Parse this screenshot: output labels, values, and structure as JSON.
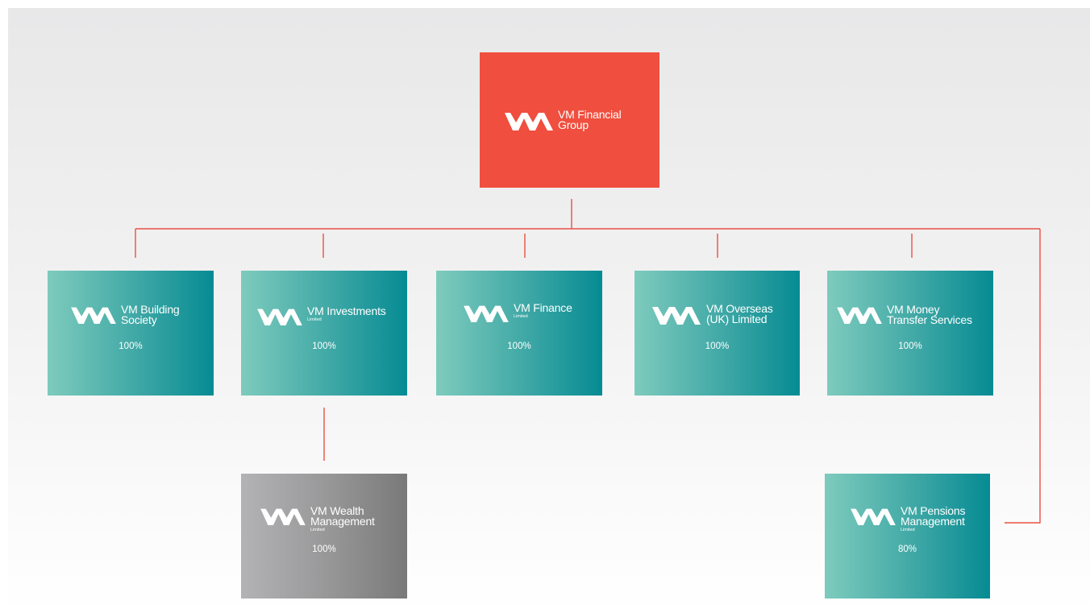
{
  "nodes": {
    "parent": {
      "name": [
        "VM Financial",
        "Group"
      ],
      "sub": "",
      "pct": ""
    },
    "building": {
      "name": [
        "VM Building",
        "Society"
      ],
      "sub": "",
      "pct": "100%"
    },
    "investments": {
      "name": [
        "VM Investments"
      ],
      "sub": "Limited",
      "pct": "100%"
    },
    "finance": {
      "name": [
        "VM Finance"
      ],
      "sub": "Limited",
      "pct": "100%"
    },
    "overseas": {
      "name": [
        "VM Overseas",
        "(UK) Limited"
      ],
      "sub": "",
      "pct": "100%"
    },
    "money": {
      "name": [
        "VM Money",
        "Transfer Services"
      ],
      "sub": "",
      "pct": "100%"
    },
    "wealth": {
      "name": [
        "VM Wealth",
        "Management"
      ],
      "sub": "Limited",
      "pct": "100%"
    },
    "pensions": {
      "name": [
        "VM Pensions",
        "Management"
      ],
      "sub": "Limited",
      "pct": "80%"
    }
  },
  "colors": {
    "parent": "#f04e3e",
    "connector": "#ea4f43",
    "subsidiary": "teal",
    "wealth": "grey"
  },
  "logo_icon": "vm-logo-icon"
}
